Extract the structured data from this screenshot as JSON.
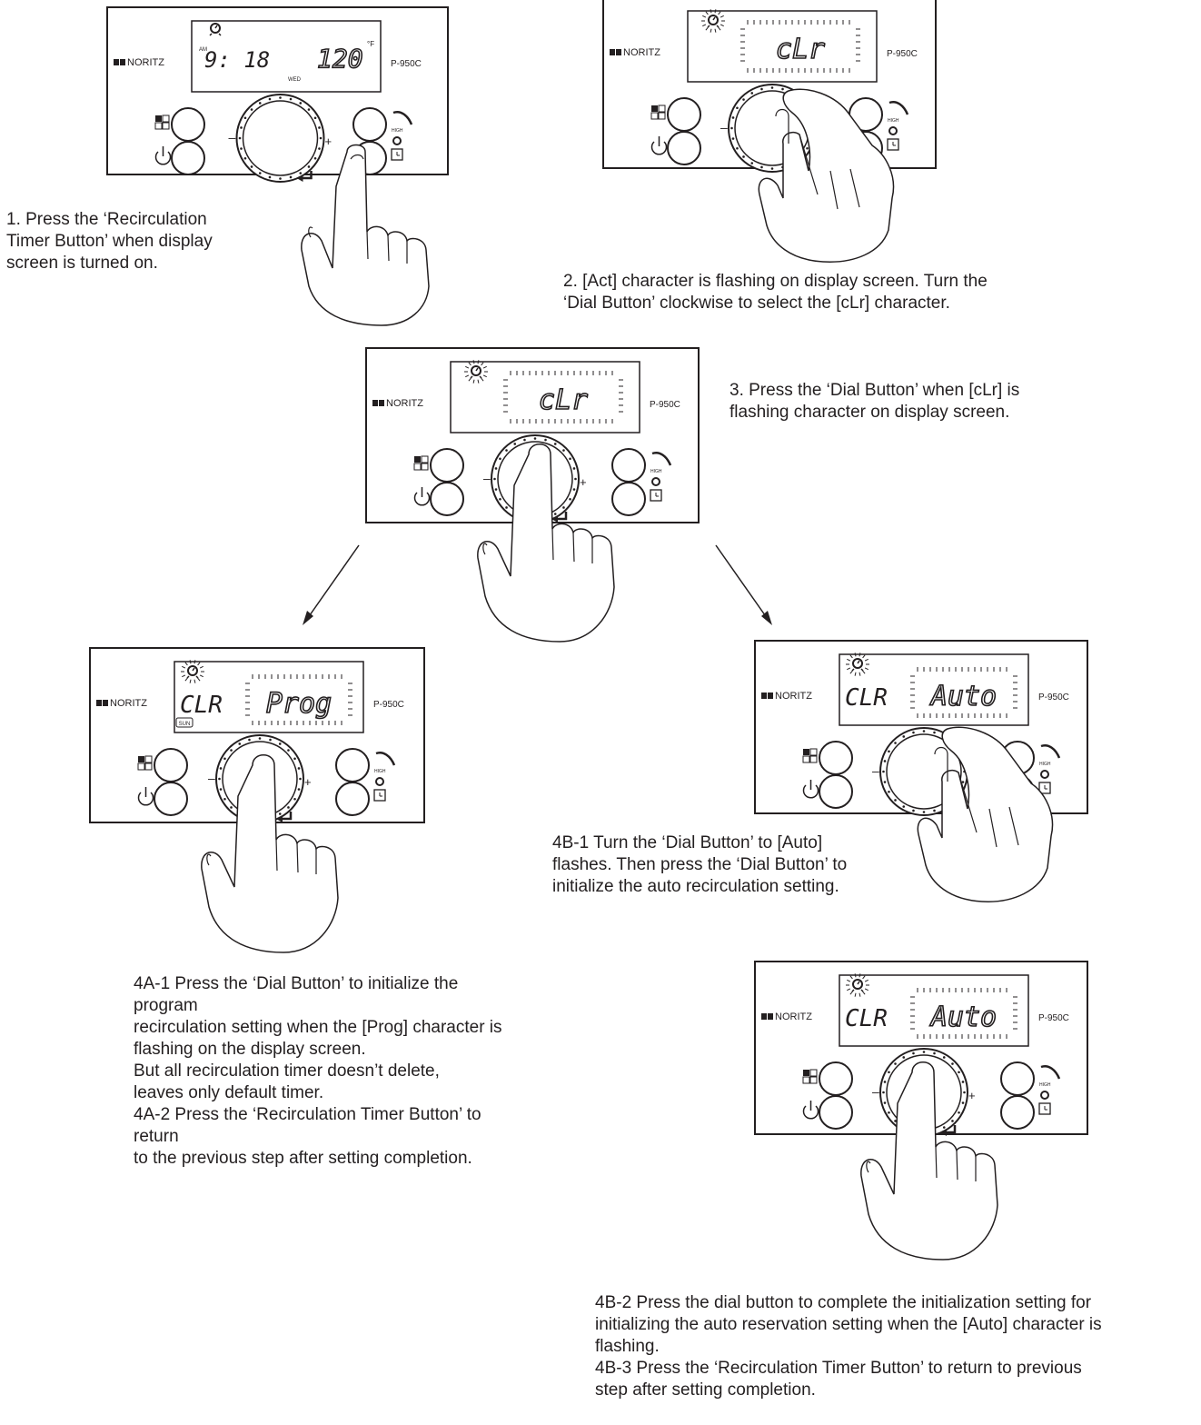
{
  "panels": {
    "brand": "NORITZ",
    "model": "P-950C",
    "p1": {
      "am": "AM",
      "time": "9: 18",
      "temp": "120",
      "unit": "°F",
      "day": "WED"
    },
    "p2": {
      "display": "cLr"
    },
    "p3": {
      "display": "cLr"
    },
    "p4a": {
      "prefix": "CLR",
      "display": "Prog",
      "badge": "SUN"
    },
    "p4b": {
      "prefix": "CLR",
      "display": "Auto"
    },
    "p4b2": {
      "prefix": "CLR",
      "display": "Auto"
    },
    "button_labels": {
      "high": "HIGH"
    }
  },
  "captions": {
    "step1": "1. Press the ‘Recirculation\nTimer Button’  when display\nscreen is turned on.",
    "step2": "2. [Act] character is flashing on display screen. Turn the\n‘Dial Button’ clockwise to select the [cLr] character.",
    "step3": "3. Press the ‘Dial Button’ when [cLr] is\nflashing character on display screen.",
    "step4b1": "4B-1 Turn the ‘Dial Button’ to [Auto]\nflashes. Then press the ‘Dial Button’ to\ninitialize the auto recirculation setting.",
    "step4a": "4A-1 Press the ‘Dial Button’ to initialize the program\nrecirculation setting when the [Prog] character is\nflashing on the display screen.\nBut all recirculation timer doesn’t delete,\nleaves only default timer.\n4A-2 Press the ‘Recirculation Timer Button’ to return\nto the previous step after setting completion.",
    "step4b2": "4B-2 Press the dial button to complete the initialization setting for\ninitializing the auto reservation setting when the [Auto] character is\nflashing.\n4B-3 Press the ‘Recirculation Timer Button’ to return to previous\nstep after setting completion."
  },
  "icons": [
    "clock-icon",
    "menu-icon",
    "power-icon",
    "high-mode-icon",
    "alarm-clock-icon",
    "enter-arrow-icon",
    "pointing-hand-icon",
    "dial-turning-hand-icon"
  ]
}
